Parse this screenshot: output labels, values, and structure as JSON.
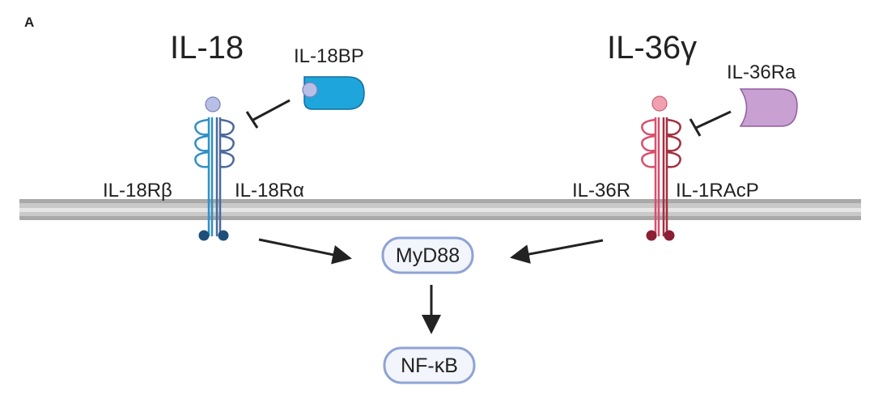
{
  "panel_label": "A",
  "left": {
    "ligand": "IL-18",
    "binding_protein": "IL-18BP",
    "receptor_beta": "IL-18Rβ",
    "receptor_alpha": "IL-18Rα"
  },
  "right": {
    "ligand": "IL-36γ",
    "antagonist": "IL-36Ra",
    "receptor": "IL-36R",
    "accessory_protein": "IL-1RAcP"
  },
  "adaptor": "MyD88",
  "transcription_factor": "NF-κB",
  "colors": {
    "il18_receptor_beta": "#2f8fc4",
    "il18_receptor_alpha": "#4a6a9a",
    "il18_receptor_tail": "#1d4f7a",
    "il18_ligand": "#b8bfe6",
    "il18bp_fill": "#1ea6dc",
    "il36_receptor": "#d8506e",
    "il36_accessory": "#a33040",
    "il36_receptor_tail": "#8a1f35",
    "il36_ligand": "#f2a0b0",
    "il36ra_fill": "#c9a0d2",
    "node_border": "#8fa3d4",
    "node_fill": "#f2f5fc",
    "membrane": "#b7b7b7",
    "arrow": "#222222"
  }
}
